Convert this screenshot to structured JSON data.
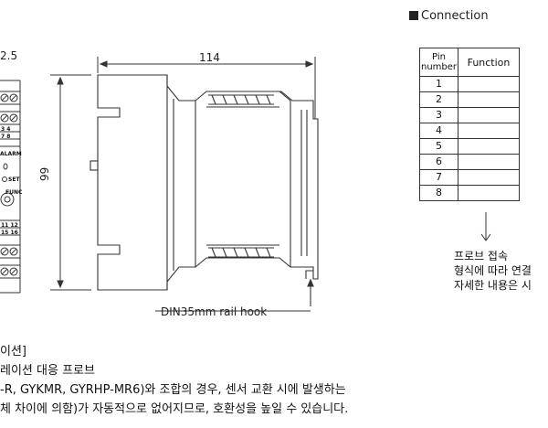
{
  "dimensions": {
    "top_left_partial": "2.5",
    "width": "114",
    "height": "99",
    "rail_hook": "DIN35mm rail hook"
  },
  "left_panel": {
    "labels": [
      "3 4",
      "7 8",
      "ALARM",
      "SET",
      "FUNC",
      "11 12",
      "15 16"
    ]
  },
  "connection": {
    "title": "Connection",
    "header_pin": "Pin number",
    "header_function": "Function",
    "pins": [
      "1",
      "2",
      "3",
      "4",
      "5",
      "6",
      "7",
      "8"
    ]
  },
  "note_lines": [
    "프로브 접속",
    "형식에 따라 연결",
    "자세한 내용은 시"
  ],
  "body_lines": [
    "이션]",
    "레이션 대응 프로브",
    "-R, GYKMR, GYRHP-MR6)와 조합의 경우, 센서 교환 시에 발생하는",
    "체 차이에 의함)가 자동적으로 없어지므로, 호환성을 높일 수 있습니다."
  ]
}
